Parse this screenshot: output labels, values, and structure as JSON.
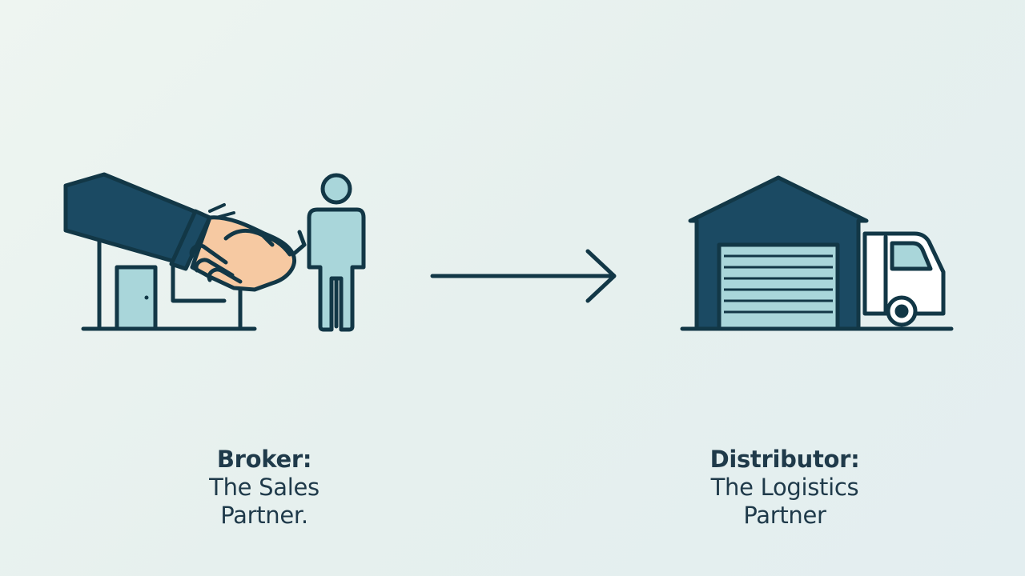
{
  "broker": {
    "title": "Broker:",
    "line1": "The Sales",
    "line2": "Partner."
  },
  "distributor": {
    "title": "Distributor:",
    "line1": "The Logistics",
    "line2": "Partner"
  },
  "colors": {
    "navy": "#1b4a63",
    "outline": "#123746",
    "light_teal": "#a9d6da",
    "skin": "#f6c9a2",
    "background": "#e7f1ef"
  },
  "icons": [
    "handshake-icon",
    "store-icon",
    "person-icon",
    "arrow-right-icon",
    "warehouse-icon",
    "truck-icon"
  ]
}
